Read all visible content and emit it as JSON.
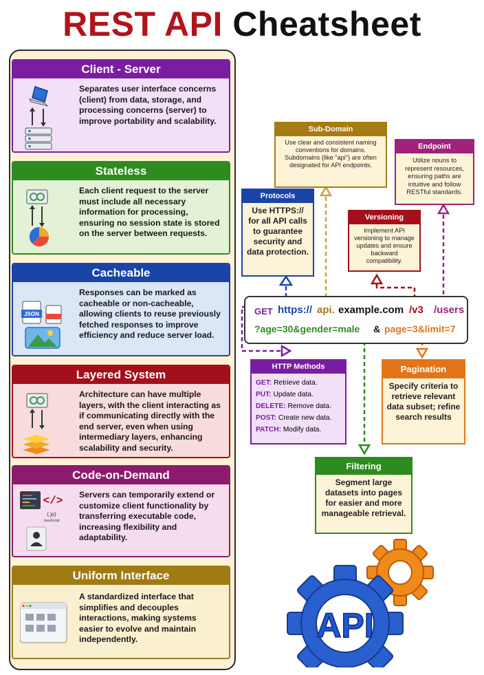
{
  "title": {
    "part1": "REST API",
    "part2": "Cheatsheet"
  },
  "principles": [
    {
      "title": "Client - Server",
      "text": "Separates user interface concerns (client) from data, storage, and processing concerns (server) to improve portability and scalability.",
      "color": "#7a1ea1",
      "bg": "#f1e0f7"
    },
    {
      "title": "Stateless",
      "text": "Each client request to the server must include all necessary information for processing, ensuring no session state is stored on the server between requests.",
      "color": "#2e8b1f",
      "bg": "#e3f2d6"
    },
    {
      "title": "Cacheable",
      "text": "Responses can be marked as cacheable or non-cacheable, allowing clients to reuse previously fetched responses to improve efficiency and reduce server load.",
      "color": "#1a44a8",
      "bg": "#dbe6f6"
    },
    {
      "title": "Layered System",
      "text": "Architecture can have multiple layers, with the client interacting as if communicating directly with the end server, even when using intermediary layers, enhancing scalability and security.",
      "color": "#a3101b",
      "bg": "#f8dcdc"
    },
    {
      "title": "Code-on-Demand",
      "text": "Servers can temporarily extend or customize client functionality by transferring executable code, increasing flexibility and adaptability.",
      "color": "#8c1b6e",
      "bg": "#f5dcef"
    },
    {
      "title": "Uniform Interface",
      "text": "A standardized interface that simplifies and decouples interactions, making systems easier to evolve and maintain independently.",
      "color": "#a07a14",
      "bg": "#faf0d0"
    }
  ],
  "icon_labels": {
    "json": "JSON",
    "js": "(.js)",
    "javascript": "JavaScript",
    "code": "</>"
  },
  "boxes": {
    "subdomain": {
      "title": "Sub-Domain",
      "text": "Use clear and consistent naming conventions for domains. Subdomains (like \"api\") are often designated for API endpoints.",
      "color": "#a67b14"
    },
    "endpoint": {
      "title": "Endpoint",
      "text": "Utilize nouns to represent resources, ensuring paths are intuitive and follow RESTful standards.",
      "color": "#a0227a"
    },
    "protocols": {
      "title": "Protocols",
      "text": "Use HTTPS:// for all API calls to guarantee security and data protection.",
      "color": "#1a44a8"
    },
    "versioning": {
      "title": "Versioning",
      "text": "Implement API versioning to manage updates and ensure backward compatibility.",
      "color": "#a3101b"
    },
    "http_methods": {
      "title": "HTTP Methods",
      "color": "#7a1ea1",
      "items": [
        {
          "method": "GET:",
          "desc": "Retrieve data."
        },
        {
          "method": "PUT:",
          "desc": "Update data."
        },
        {
          "method": "DELETE:",
          "desc": "Remove data."
        },
        {
          "method": "POST:",
          "desc": "Create new data."
        },
        {
          "method": "PATCH:",
          "desc": "Modify data."
        }
      ]
    },
    "pagination": {
      "title": "Pagination",
      "text": "Specify criteria to retrieve relevant data subset; refine search results",
      "color": "#e2741a"
    },
    "filtering": {
      "title": "Filtering",
      "text": "Segment large datasets into pages for easier and more manageable retrieval.",
      "color": "#2e8b1f"
    }
  },
  "url": {
    "method": "GET",
    "protocol": "https://",
    "subdomain": "api.",
    "domain": "example.com",
    "version": "/v3",
    "resource": "/users",
    "query_filter": "?age=30&gender=male",
    "amp": "&",
    "query_page": "page=3&limit=7"
  },
  "logo_text": "API"
}
